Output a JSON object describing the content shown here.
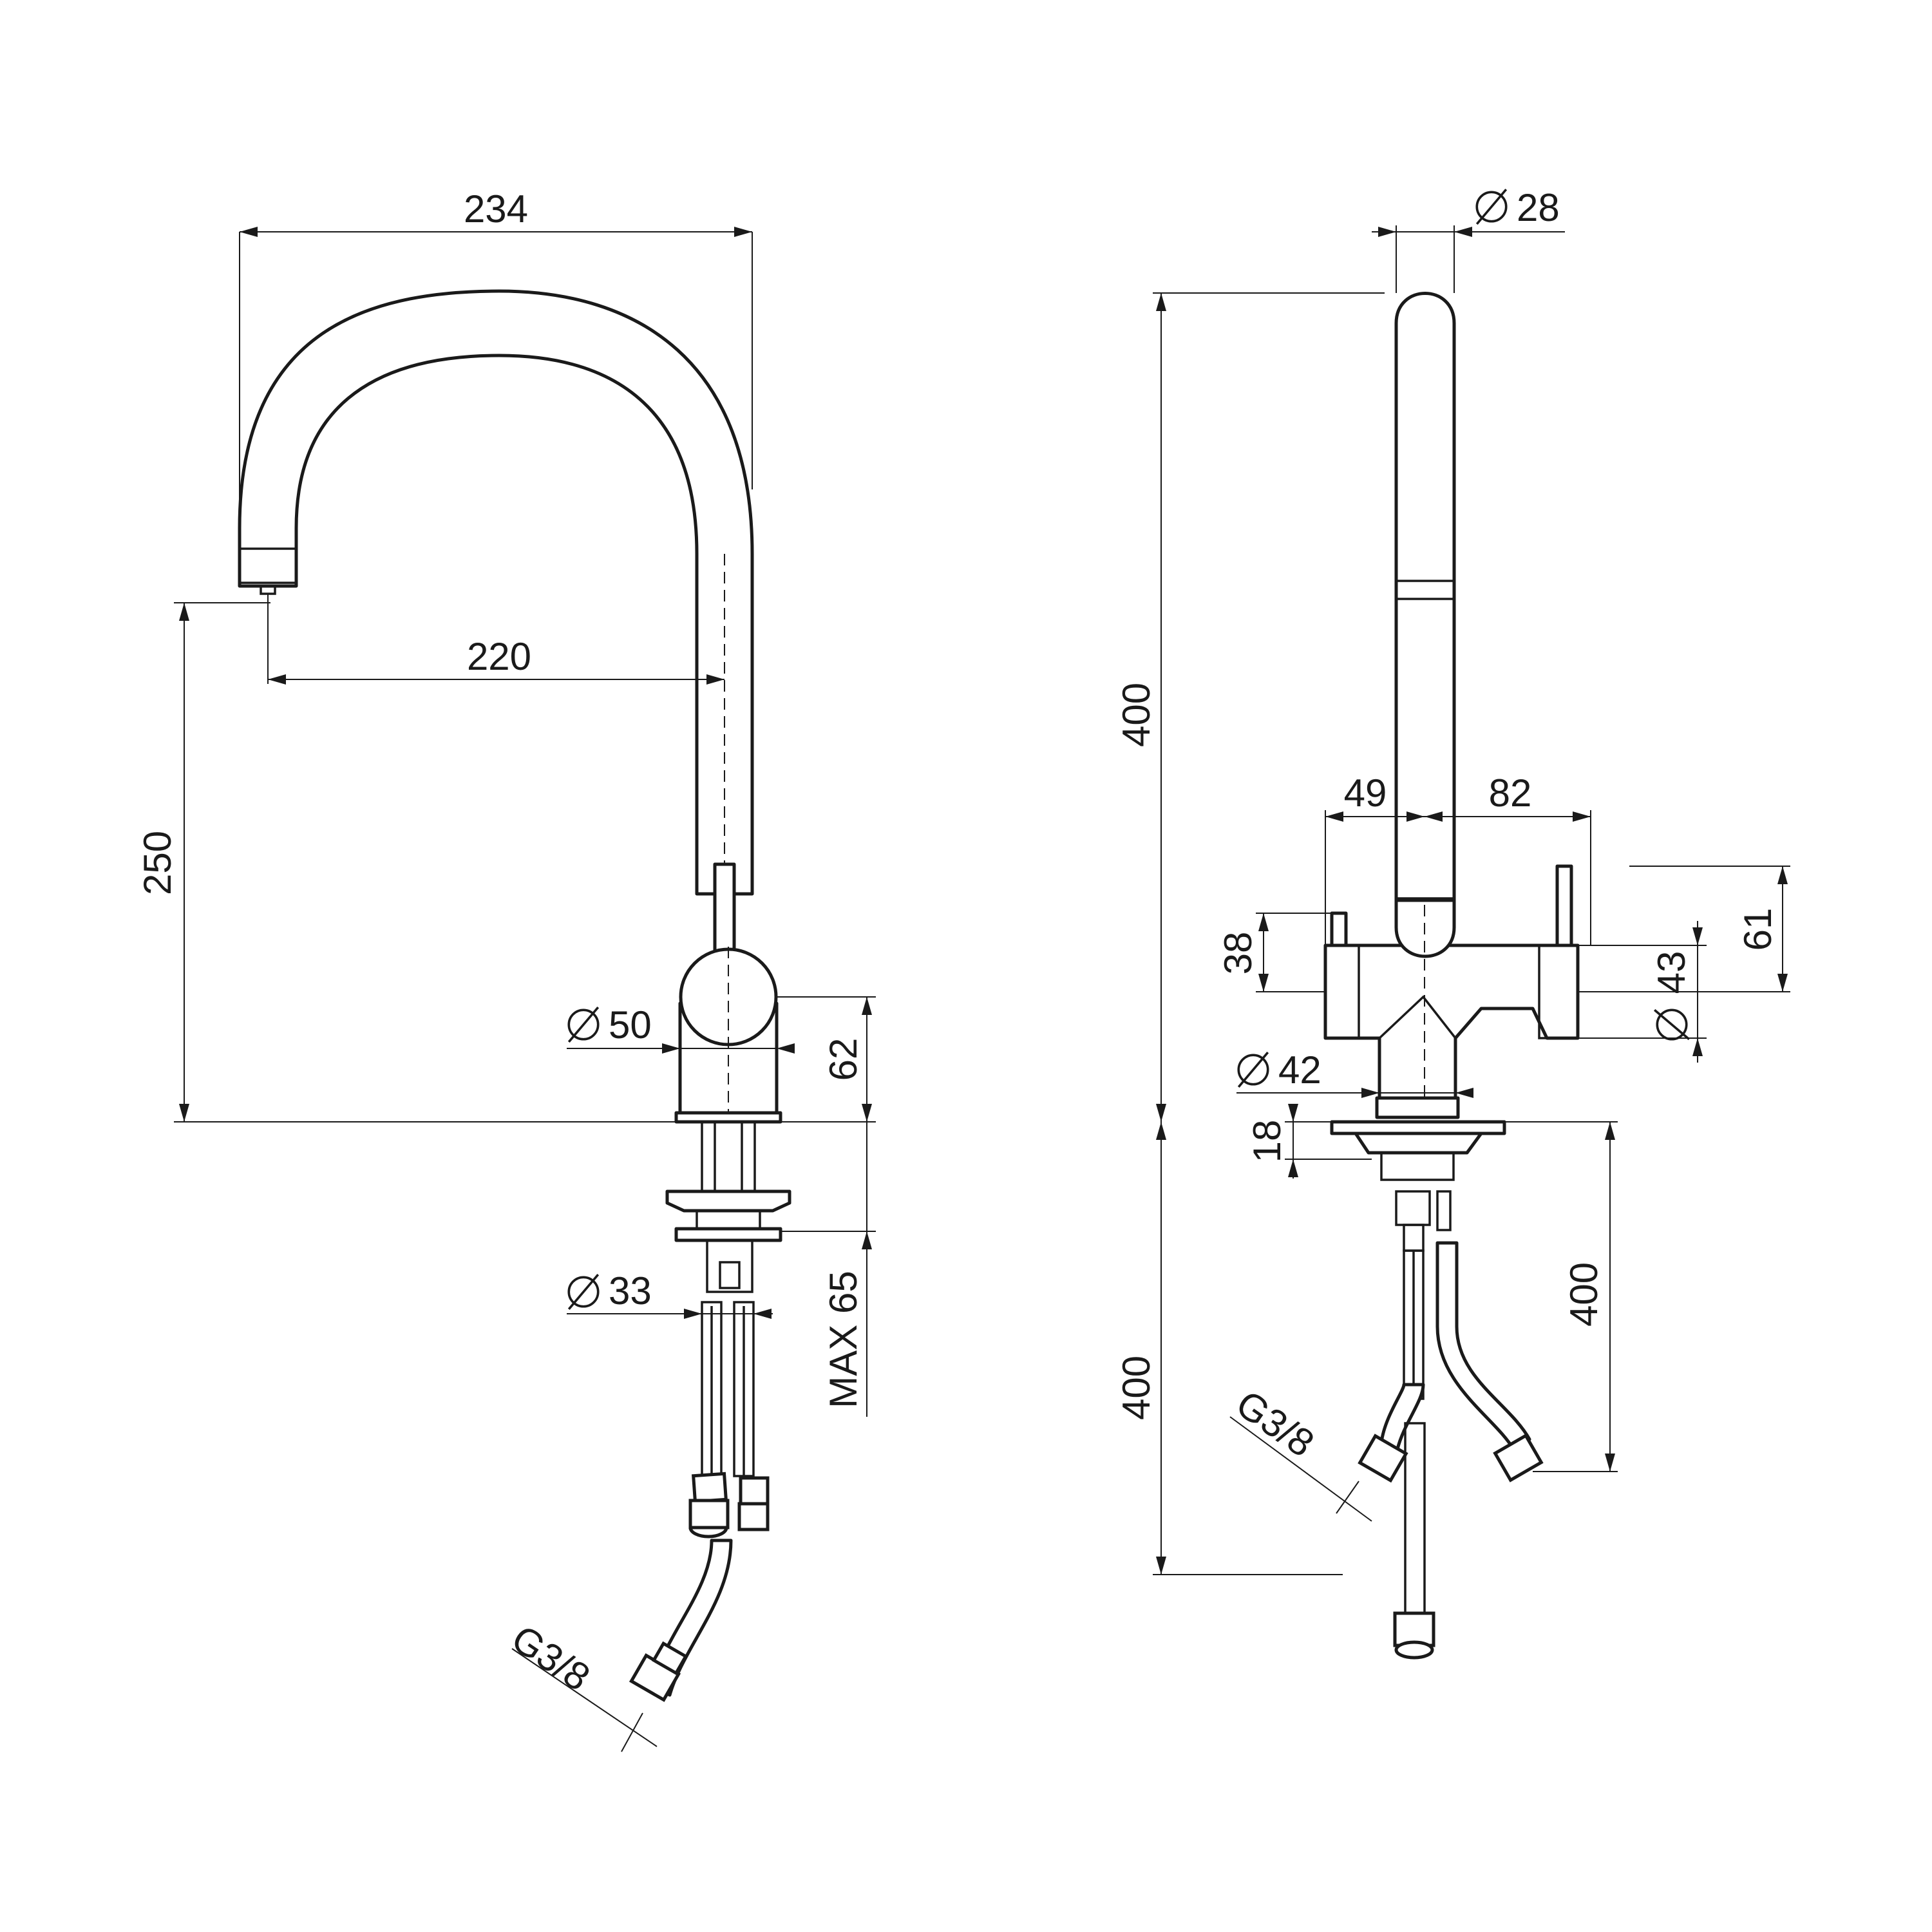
{
  "colors": {
    "line": "#1a1a1a",
    "background": "#ffffff"
  },
  "side_view": {
    "dim_spout_width": "234",
    "dim_spout_reach": "220",
    "dim_spout_height": "250",
    "dim_body_diameter": "50",
    "dim_body_height": "62",
    "dim_shank_diameter": "33",
    "dim_max_deck": "MAX 65",
    "dim_thread": "G3/8"
  },
  "front_view": {
    "dim_spout_diameter": "28",
    "dim_total_height": "400",
    "dim_left_offset": "49",
    "dim_right_offset": "82",
    "dim_lever_height_left": "38",
    "dim_lever_height_right": "61",
    "dim_handle_diameter": "43",
    "dim_base_diameter": "42",
    "dim_deck_thickness": "18",
    "dim_hose_length_left": "400",
    "dim_hose_length_right": "400",
    "dim_thread": "G3/8"
  }
}
